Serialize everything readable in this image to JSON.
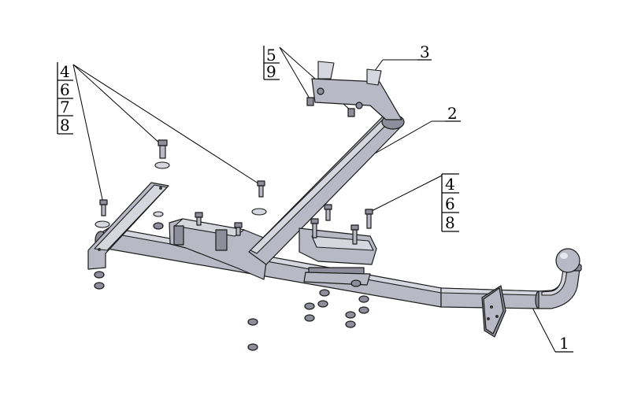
{
  "callouts": {
    "group_left": [
      "4",
      "6",
      "7",
      "8"
    ],
    "group_top": [
      "5",
      "9"
    ],
    "part_3": "3",
    "part_2": "2",
    "group_right": [
      "4",
      "6",
      "8"
    ],
    "part_1": "1"
  },
  "colors": {
    "metal": "#b9b9c6",
    "metal_shadow": "#8d8d9b",
    "outline": "#1a1a1a",
    "background": "#ffffff"
  }
}
